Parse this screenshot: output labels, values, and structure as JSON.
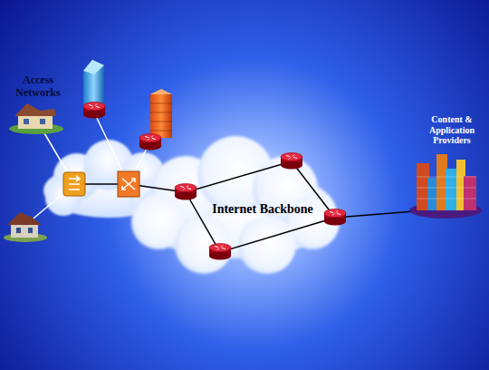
{
  "diagram": {
    "nodes": [
      {
        "text": [
          "Internet Backbone"
        ]
      }
    ],
    "labels": [
      "Access Networks",
      "Content & Application Providers"
    ]
  }
}
